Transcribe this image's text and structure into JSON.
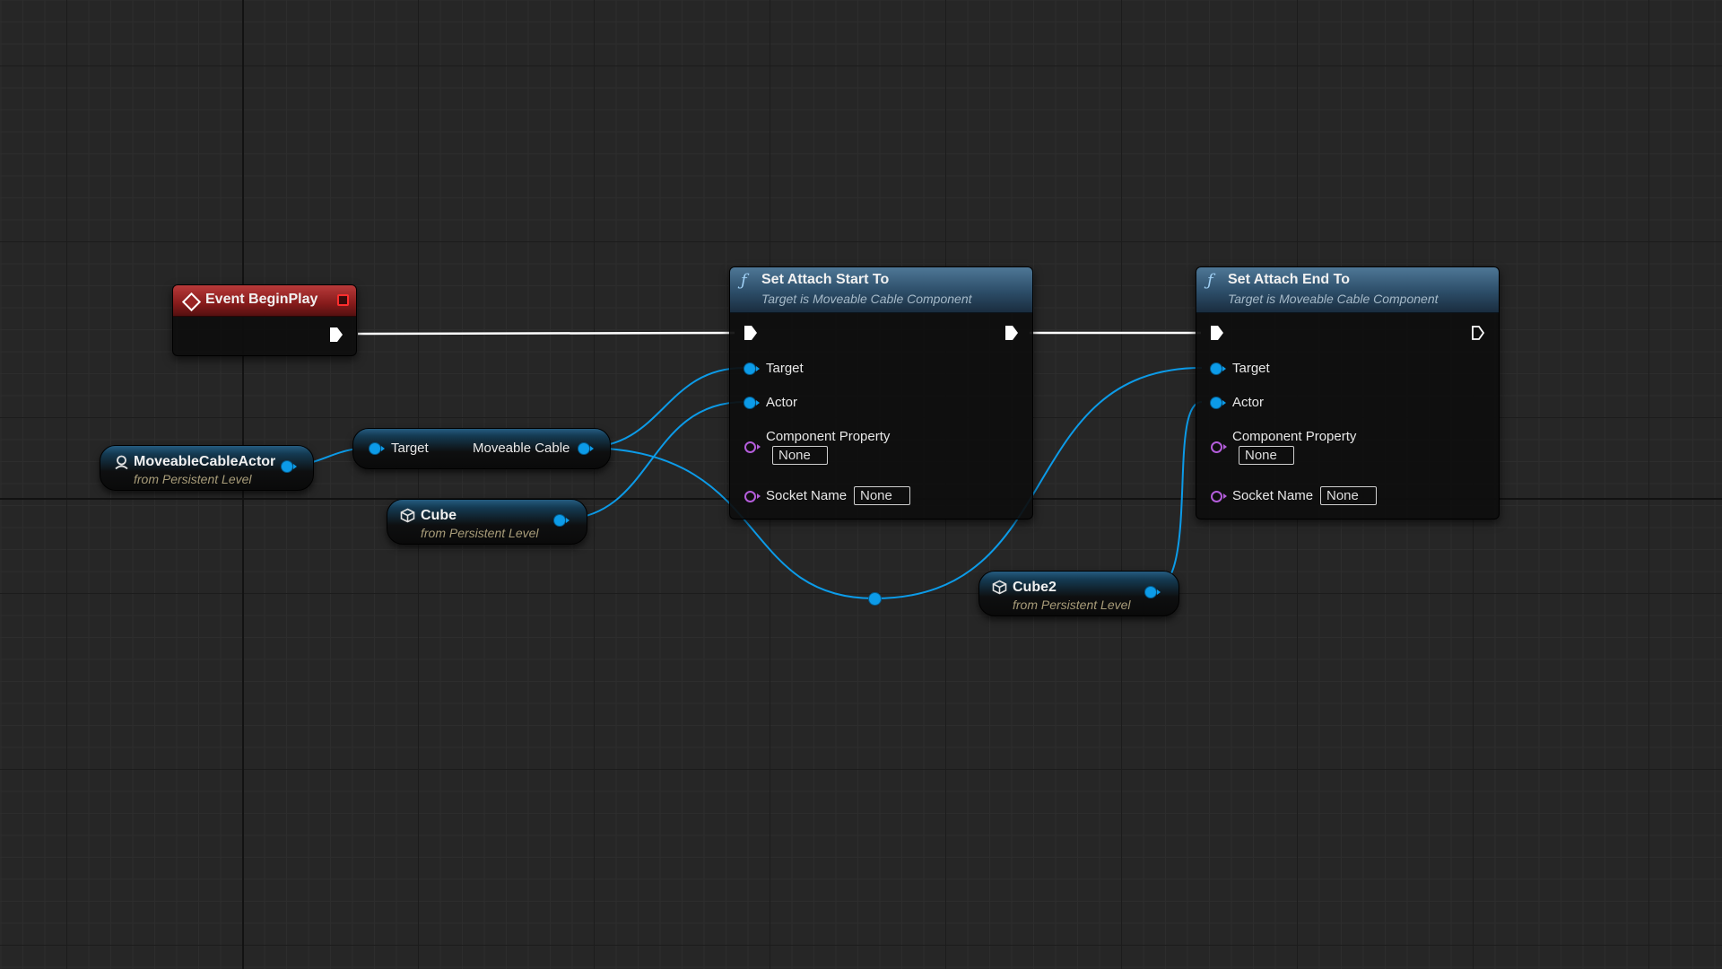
{
  "colors": {
    "graph_background": "#262626",
    "object_pin": "#0c9be8",
    "name_pin": "#b45ddb",
    "exec_wire": "#ffffff",
    "function_header": "#2c4d68",
    "event_header": "#861b1b"
  },
  "event_node": {
    "title": "Event BeginPlay",
    "icon": "event-diamond-icon",
    "delegate_icon": "delegate-square-icon"
  },
  "set_attach_start": {
    "title": "Set Attach Start To",
    "subtitle": "Target is Moveable Cable Component",
    "pins": {
      "target": "Target",
      "actor": "Actor",
      "component_property": "Component Property",
      "component_property_value": "None",
      "socket_name": "Socket Name",
      "socket_name_value": "None"
    }
  },
  "set_attach_end": {
    "title": "Set Attach End To",
    "subtitle": "Target is Moveable Cable Component",
    "pins": {
      "target": "Target",
      "actor": "Actor",
      "component_property": "Component Property",
      "component_property_value": "None",
      "socket_name": "Socket Name",
      "socket_name_value": "None"
    }
  },
  "getter_node": {
    "input_label": "Target",
    "output_label": "Moveable Cable"
  },
  "variables": [
    {
      "name": "MoveableCableActor",
      "source": "from Persistent Level",
      "icon": "actor-icon"
    },
    {
      "name": "Cube",
      "source": "from Persistent Level",
      "icon": "cube-icon"
    },
    {
      "name": "Cube2",
      "source": "from Persistent Level",
      "icon": "cube-icon"
    }
  ]
}
